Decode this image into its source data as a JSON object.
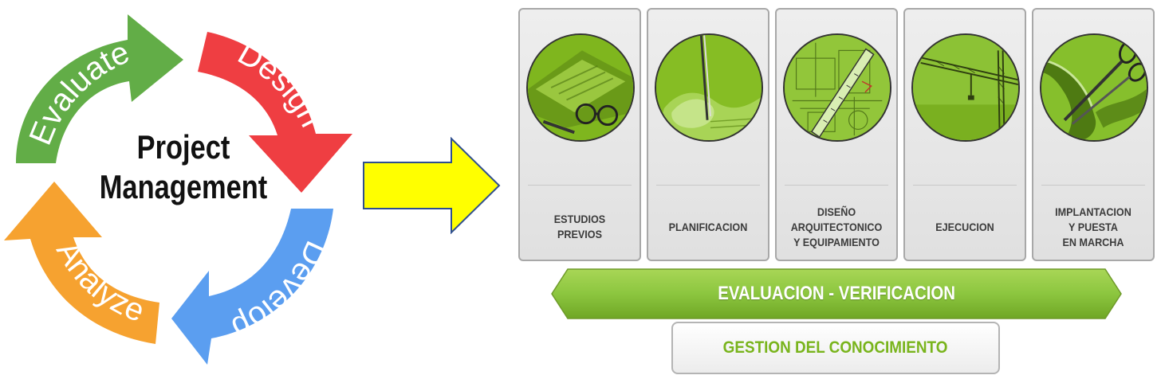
{
  "cycle": {
    "title_line1": "Project",
    "title_line2": "Management",
    "stages": [
      {
        "label": "Evaluate",
        "color": "#62ad47"
      },
      {
        "label": "Design",
        "color": "#ef3e42"
      },
      {
        "label": "Develop",
        "color": "#5b9ef0"
      },
      {
        "label": "Analyze",
        "color": "#f6a230"
      }
    ]
  },
  "connector": {
    "fill": "#ffff00",
    "stroke": "#2f4f8f"
  },
  "phases": [
    {
      "label": "ESTUDIOS\nPREVIOS",
      "icon": "laptop-glasses-icon"
    },
    {
      "label": "PLANIFICACION",
      "icon": "hand-writing-icon"
    },
    {
      "label": "DISEÑO\nARQUITECTONICO\nY EQUIPAMIENTO",
      "icon": "blueprint-ruler-icon"
    },
    {
      "label": "EJECUCION",
      "icon": "crane-icon"
    },
    {
      "label": "IMPLANTACION\nY PUESTA\nEN MARCHA",
      "icon": "scissors-ribbon-icon"
    }
  ],
  "evaluation_bar": {
    "label": "EVALUACION - VERIFICACION",
    "color": "#8cc63f"
  },
  "knowledge_box": {
    "label": "GESTION DEL CONOCIMIENTO",
    "color": "#79b41c"
  }
}
